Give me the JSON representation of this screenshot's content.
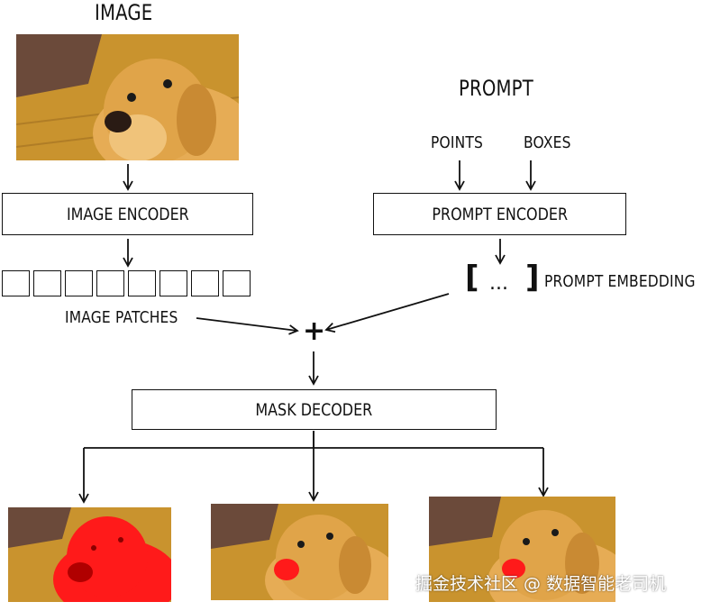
{
  "image_title": "IMAGE",
  "prompt_title": "PROMPT",
  "points_label": "POINTS",
  "boxes_label": "BOXES",
  "image_encoder": "IMAGE ENCODER",
  "prompt_encoder": "PROMPT ENCODER",
  "image_patches": "IMAGE PATCHES",
  "prompt_embedding": "PROMPT EMBEDDING",
  "embedding_open": "[",
  "embedding_dots": "...",
  "embedding_close": "]",
  "combine_symbol": "+",
  "mask_decoder": "MASK DECODER",
  "watermark": "掘金技术社区 @ 数据智能老司机",
  "colors": {
    "mask": "#ff1a1a",
    "floor": "#c9932e",
    "wall": "#6b4a3a",
    "fur": "#e0a449"
  }
}
